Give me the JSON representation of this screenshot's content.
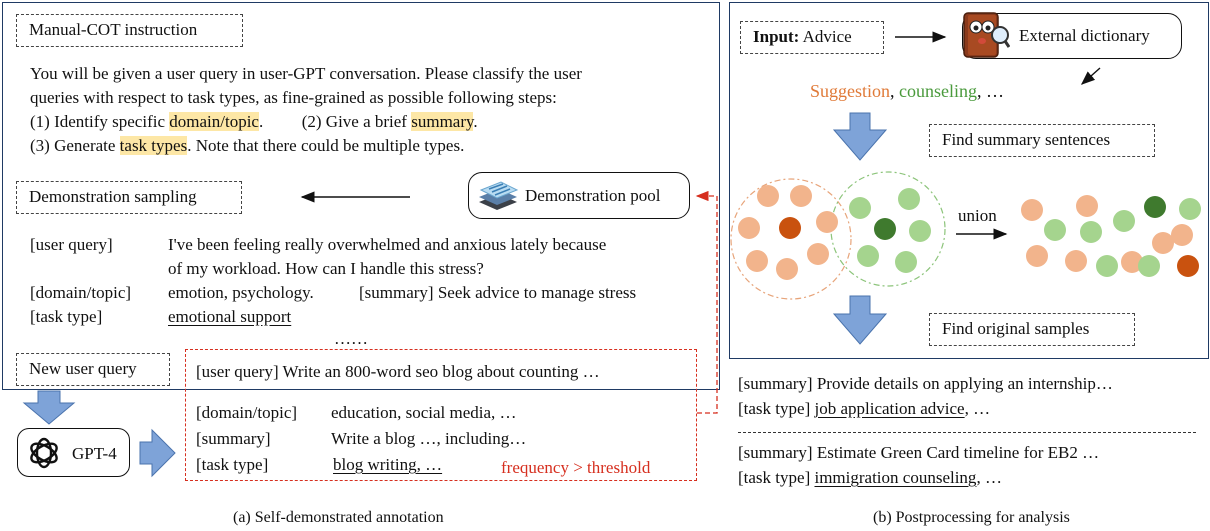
{
  "left": {
    "instruction_label": "Manual-COT instruction",
    "instruction_line1": "You will be given a user query in user-GPT conversation. Please classify the user",
    "instruction_line2": "queries with respect to task types, as fine-grained as possible following steps:",
    "step1_prefix": "(1) Identify specific ",
    "step1_highlight": "domain/topic",
    "step1_suffix": ".",
    "step2_prefix": "(2) Give a brief ",
    "step2_highlight": "summary",
    "step2_suffix": ".",
    "step3_prefix": "(3) Generate ",
    "step3_highlight": "task types",
    "step3_suffix": ". Note that there could be multiple types.",
    "demo_sampling_label": "Demonstration sampling",
    "demo_pool_label": "Demonstration pool",
    "ex_user_query_key": "[user query]",
    "ex_user_query_line1": "I've been feeling really overwhelmed and anxious lately because",
    "ex_user_query_line2": "of my workload. How can I handle this stress?",
    "ex_domain_key": "[domain/topic]",
    "ex_domain_value": "emotion, psychology.",
    "ex_summary_inline": "[summary] Seek advice to manage stress",
    "ex_task_key": "[task type]",
    "ex_task_value": "emotional support",
    "ellipsis": "……",
    "new_query_label": "New user query",
    "new_query_text": "[user query] Write an 800-word seo blog about counting …",
    "gpt_label": "GPT-4",
    "out_domain_key": "[domain/topic]",
    "out_domain_value": "education, social media, …",
    "out_summary_key": "[summary]",
    "out_summary_value": "Write a blog …, including…",
    "out_task_key": "[task type]",
    "out_task_value": "blog writing, …",
    "threshold_text": "frequency > threshold",
    "caption": "(a) Self-demonstrated annotation"
  },
  "right": {
    "input_bold": "Input:",
    "input_value": " Advice",
    "dictionary_label": "External dictionary",
    "word_suggestion": "Suggestion",
    "word_counseling": "counseling",
    "word_sep1": ", ",
    "word_sep2": ", …",
    "find_summary_label": "Find summary sentences",
    "union_label": "union",
    "find_original_label": "Find original samples",
    "r1_summary": "[summary] Provide details on applying an internship…",
    "r1_task_key": "[task type] ",
    "r1_task_value": "job application advice",
    "r1_task_tail": ", …",
    "r2_summary": "[summary] Estimate Green Card timeline for EB2 …",
    "r2_task_key": "[task type] ",
    "r2_task_value": "immigration counseling",
    "r2_task_tail": ", …",
    "caption": "(b) Postprocessing for analysis"
  },
  "colors": {
    "panel_border": "#1f3a64",
    "arrow_blue": "#7ea3d8",
    "highlight": "#fde7a6",
    "red": "#d62f1f",
    "dot_orange": "#f2b48c",
    "dot_dark_orange": "#c9520f",
    "dot_green": "#a5d48e",
    "dot_dark_green": "#3f7a2e"
  }
}
